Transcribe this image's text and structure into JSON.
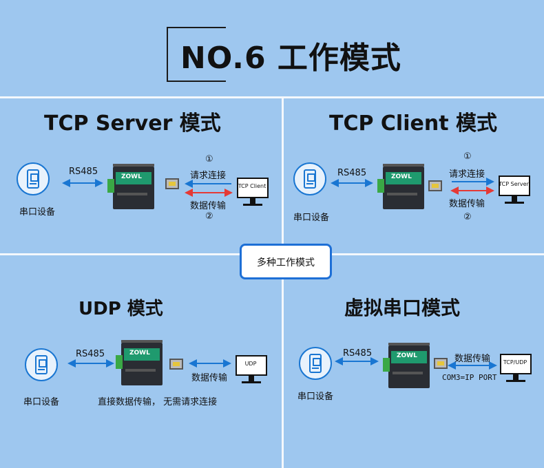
{
  "header": {
    "title": "NO.6 工作模式"
  },
  "center_badge": "多种工作模式",
  "panels": {
    "tcp_server": {
      "title": "TCP Server 模式",
      "serial_label": "RS485",
      "device_label": "串口设备",
      "step1": "①",
      "request": "请求连接",
      "transfer": "数据传输",
      "step2": "②",
      "peer": "TCP Client"
    },
    "tcp_client": {
      "title": "TCP Client 模式",
      "serial_label": "RS485",
      "device_label": "串口设备",
      "step1": "①",
      "request": "请求连接",
      "transfer": "数据传输",
      "step2": "②",
      "peer": "TCP Server"
    },
    "udp": {
      "title": "UDP 模式",
      "serial_label": "RS485",
      "device_label": "串口设备",
      "transfer": "数据传输",
      "note": "直接数据传输， 无需请求连接",
      "peer": "UDP"
    },
    "virtual_serial": {
      "title": "虚拟串口模式",
      "serial_label": "RS485",
      "device_label": "串口设备",
      "transfer": "数据传输",
      "port_map": "COM3=IP PORT",
      "peer": "TCP/UDP"
    }
  },
  "device": {
    "logo": "ZOWL",
    "band_color": "#1f9a6e"
  },
  "colors": {
    "background": "#9ec7ef",
    "blue_arrow": "#1976d2",
    "red_arrow": "#e53935",
    "badge_border": "#1d6fd6"
  },
  "icons": [
    "serial-port-icon",
    "server-device",
    "rj45-port-icon",
    "monitor-icon"
  ]
}
